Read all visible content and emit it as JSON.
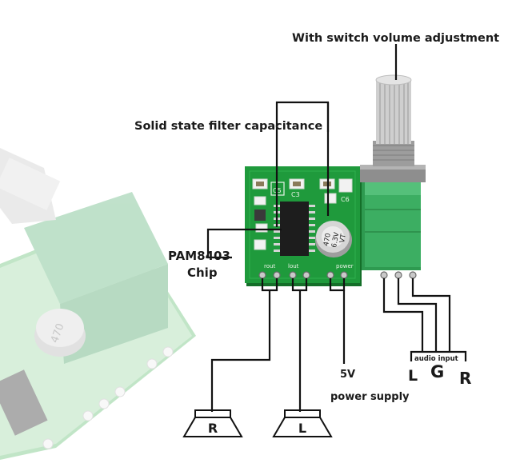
{
  "labels": {
    "switch_volume": "With switch volume adjustment",
    "filter_cap": "Solid state filter capacitance",
    "chip_line1": "PAM8403",
    "chip_line2": "Chip",
    "supply_voltage": "5V",
    "supply_label": "power supply",
    "audio_input": "audio input",
    "input_l": "L",
    "input_g": "G",
    "input_r": "R",
    "speaker_right": "R",
    "speaker_left": "L"
  },
  "board": {
    "cap_text_1": "470",
    "cap_text_2": "6.3V",
    "cap_text_3": "VT",
    "silk_rout": "rout",
    "silk_lout": "lout",
    "silk_power": "power",
    "silk_c5": "C5",
    "silk_c3": "C3",
    "silk_c6": "C6"
  },
  "colors": {
    "pcb": "#1f9a3c",
    "pcb_dark": "#167a2e",
    "potentiometer_body": "#3aa85e",
    "knob": "#c8c8c8",
    "wire": "#111111",
    "ghost_board": "#a6d6ad"
  }
}
